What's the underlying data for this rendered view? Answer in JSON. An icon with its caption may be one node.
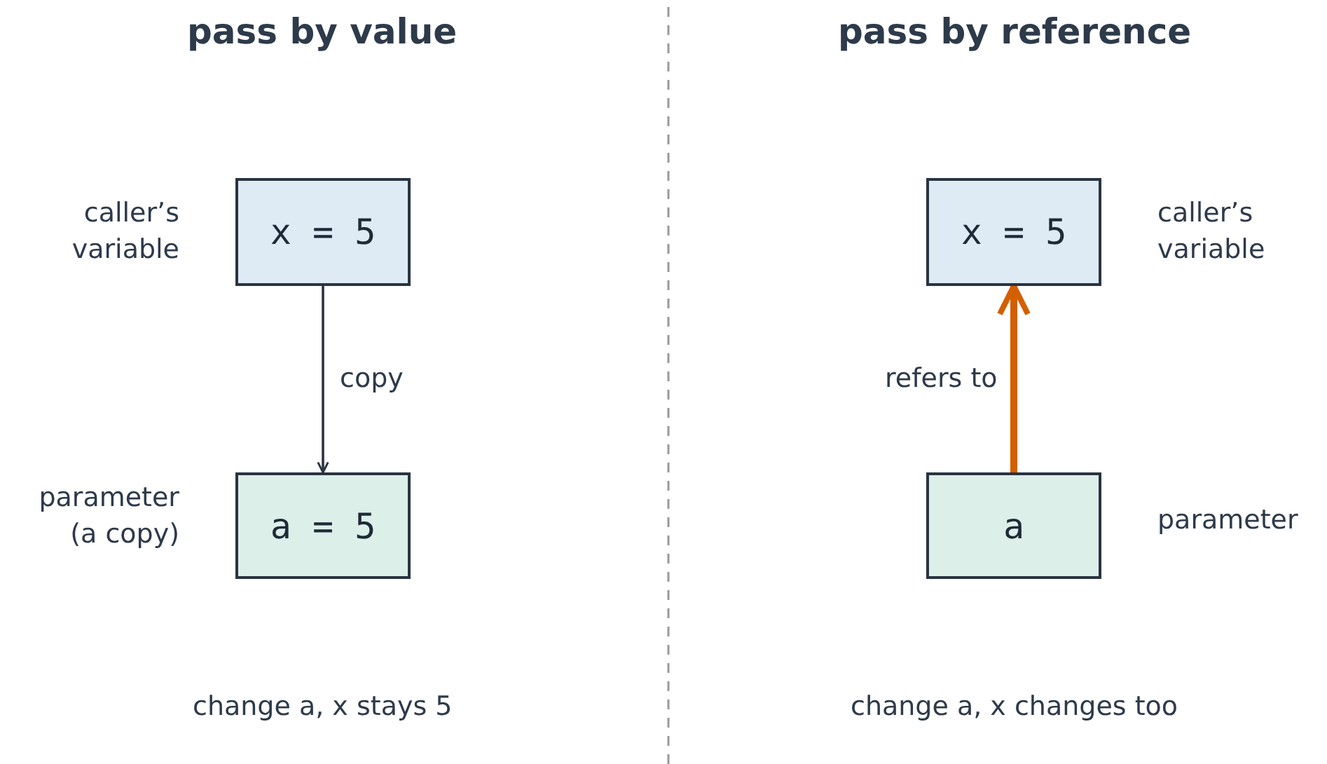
{
  "diagram": {
    "nodes": [
      {
        "text": [
          "x = 5"
        ],
        "beside": [
          "caller’s variable"
        ]
      },
      {
        "text": [
          "a = 5"
        ],
        "beside": [
          "parameter (a copy)"
        ]
      },
      {
        "text": [
          "x = 5"
        ],
        "beside": [
          "caller’s variable"
        ]
      },
      {
        "text": [
          "a"
        ],
        "beside": [
          "parameter"
        ]
      }
    ],
    "edges": [
      {
        "from": 0,
        "to": 1,
        "arrow": "to",
        "label": "copy"
      },
      {
        "from": 3,
        "to": 2,
        "arrow": "to",
        "label": "refers to",
        "style": "thick",
        "color": "#d35f00"
      }
    ],
    "labels": [
      "pass by value",
      "pass by reference",
      "change a, x stays 5",
      "change a, x changes too"
    ]
  }
}
